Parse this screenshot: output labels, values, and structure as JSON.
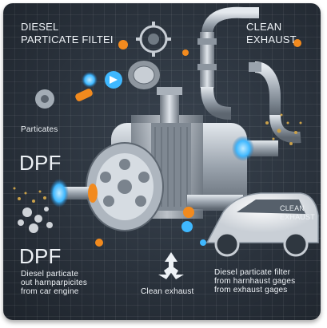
{
  "labels": {
    "title_line1": "DIESEL",
    "title_line2": "PARTICATE FILTEI",
    "clean_line1": "CLEAN",
    "clean_line2": "EXHAUST",
    "particates": "Particates",
    "dpf_top": "DPF",
    "car_label_line1": "CLEAN",
    "car_label_line2": "EXHAUST",
    "dpf_bottom": "DPF",
    "desc_left_line1": "Diesel particate",
    "desc_left_line2": "out harnparpicites",
    "desc_left_line3": "from car engine",
    "clean_exhaust": "Clean exhaust",
    "desc_right_line1": "Diesel particate filter",
    "desc_right_line2": "from harnhaust gages",
    "desc_right_line3": "from exhaust gages"
  },
  "icons": [
    "recycle-icon",
    "arrow-right-icon",
    "gear-icon"
  ],
  "colors": {
    "background": "#2a323c",
    "grid": "#3d4753",
    "metal": "#b9c1c9",
    "accent_orange": "#f28a1e",
    "accent_blue": "#3fb8ff",
    "particles": "#c9a04a"
  }
}
